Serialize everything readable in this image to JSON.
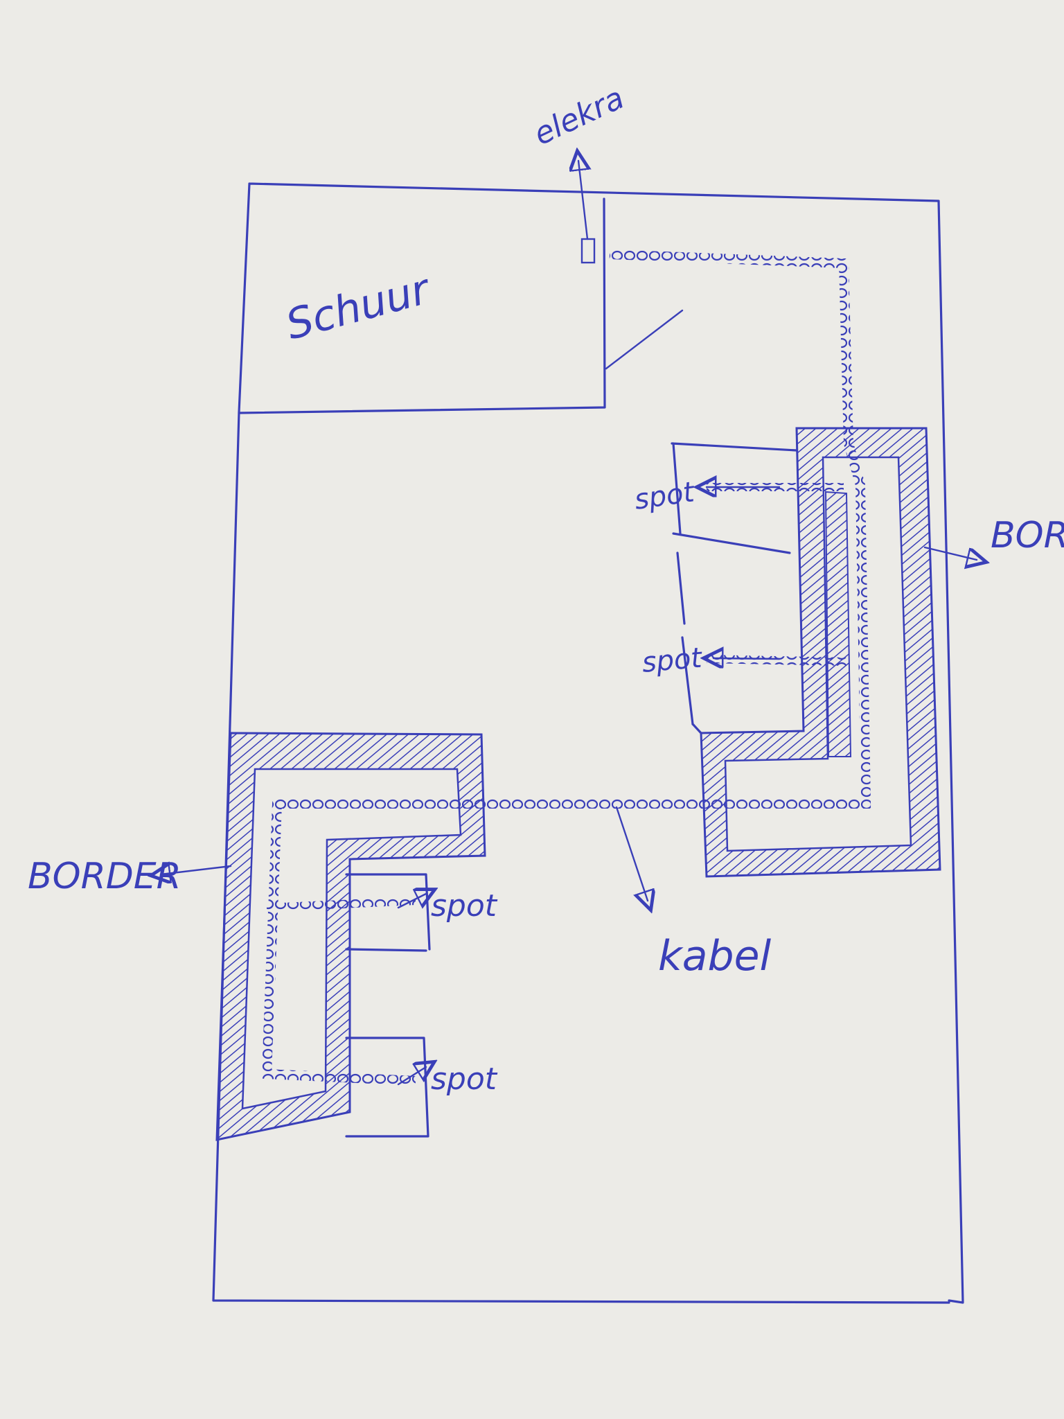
{
  "diagram": {
    "labels": {
      "shed": "Schuur",
      "power": "elekra",
      "border_left": "BORDER",
      "border_right": "BOR",
      "cable": "kabel",
      "spot_1": "spot",
      "spot_2": "spot",
      "spot_3": "spot",
      "spot_4": "spot"
    },
    "ink_color": "#3a3fb8",
    "paper_color": "#ecebe7"
  }
}
